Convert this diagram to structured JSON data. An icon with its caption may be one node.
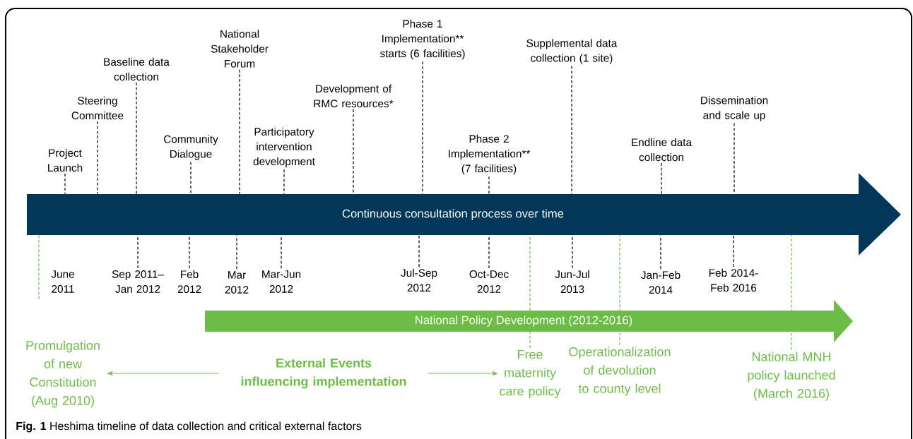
{
  "diagram": {
    "caption": "**Fig. 1** Heshima timeline of data collection and critical external factors",
    "nodes": [
      {
        "text": [
          "Continuous consultation process over time"
        ]
      },
      {
        "text": [
          "Project Launch"
        ]
      },
      {
        "text": [
          "Steering Committee"
        ]
      },
      {
        "text": [
          "Baseline data collection"
        ]
      },
      {
        "text": [
          "Community Dialogue"
        ]
      },
      {
        "text": [
          "National Stakeholder Forum"
        ]
      },
      {
        "text": [
          "Participatory intervention development"
        ]
      },
      {
        "text": [
          "Development of RMC resources*"
        ]
      },
      {
        "text": [
          "Phase 1 Implementation** starts (6 facilities)"
        ]
      },
      {
        "text": [
          "Phase 2 Implementation** (7 facilities)"
        ]
      },
      {
        "text": [
          "Supplemental data collection (1 site)"
        ]
      },
      {
        "text": [
          "Endline data collection"
        ]
      },
      {
        "text": [
          "Dissemination and scale up"
        ]
      },
      {
        "text": [
          "June 2011"
        ]
      },
      {
        "text": [
          "Sep 2011– Jan 2012"
        ]
      },
      {
        "text": [
          "Feb 2012"
        ]
      },
      {
        "text": [
          "Mar 2012"
        ]
      },
      {
        "text": [
          "Mar-Jun 2012"
        ]
      },
      {
        "text": [
          "Jul-Sep 2012"
        ]
      },
      {
        "text": [
          "Oct-Dec 2012"
        ]
      },
      {
        "text": [
          "Jun-Jul 2013"
        ]
      },
      {
        "text": [
          "Jan-Feb 2014"
        ]
      },
      {
        "text": [
          "Feb 2014- Feb 2016"
        ]
      },
      {
        "text": [
          "National Policy Development (2012-2016)"
        ]
      },
      {
        "text": [
          "Promulgation of new Constitution (Aug 2010)"
        ]
      },
      {
        "text": [
          "External Events influencing implementation"
        ]
      },
      {
        "text": [
          "Free maternity care policy"
        ]
      },
      {
        "text": [
          "Operationalization of devolution to county level"
        ]
      },
      {
        "text": [
          "National MNH policy launched (March 2016)"
        ]
      }
    ],
    "edges": [
      {
        "from": 1,
        "to": 0,
        "arrow": "none",
        "style": "dashed"
      },
      {
        "from": 2,
        "to": 0,
        "arrow": "none",
        "style": "dashed"
      },
      {
        "from": 3,
        "to": 0,
        "arrow": "none",
        "style": "dashed"
      },
      {
        "from": 4,
        "to": 0,
        "arrow": "none",
        "style": "dashed"
      },
      {
        "from": 5,
        "to": 0,
        "arrow": "none",
        "style": "dashed"
      },
      {
        "from": 6,
        "to": 0,
        "arrow": "none",
        "style": "dashed"
      },
      {
        "from": 7,
        "to": 0,
        "arrow": "none",
        "style": "dashed"
      },
      {
        "from": 8,
        "to": 0,
        "arrow": "none",
        "style": "dashed"
      },
      {
        "from": 9,
        "to": 0,
        "arrow": "none",
        "style": "dashed"
      },
      {
        "from": 10,
        "to": 0,
        "arrow": "none",
        "style": "dashed"
      },
      {
        "from": 11,
        "to": 0,
        "arrow": "none",
        "style": "dashed"
      },
      {
        "from": 12,
        "to": 0,
        "arrow": "none",
        "style": "dashed"
      },
      {
        "from": 14,
        "to": 0,
        "arrow": "none",
        "style": "dashed"
      },
      {
        "from": 15,
        "to": 0,
        "arrow": "none",
        "style": "dashed"
      },
      {
        "from": 16,
        "to": 0,
        "arrow": "none",
        "style": "dashed"
      },
      {
        "from": 17,
        "to": 0,
        "arrow": "none",
        "style": "dashed"
      },
      {
        "from": 18,
        "to": 0,
        "arrow": "none",
        "style": "dashed"
      },
      {
        "from": 19,
        "to": 0,
        "arrow": "none",
        "style": "dashed"
      },
      {
        "from": 20,
        "to": 0,
        "arrow": "none",
        "style": "dashed"
      },
      {
        "from": 21,
        "to": 0,
        "arrow": "none",
        "style": "dashed"
      },
      {
        "from": 22,
        "to": 0,
        "arrow": "none",
        "style": "dashed"
      },
      {
        "from": 13,
        "to": 0,
        "arrow": "none",
        "style": "dashed",
        "color": "#6cbd45"
      },
      {
        "from": 25,
        "to": 24,
        "arrow": "to",
        "color": "#6cbd45"
      },
      {
        "from": 25,
        "to": 26,
        "arrow": "to",
        "color": "#6cbd45"
      },
      {
        "from": 26,
        "to": 0,
        "arrow": "none",
        "style": "dashed",
        "color": "#6cbd45"
      },
      {
        "from": 27,
        "to": 0,
        "arrow": "none",
        "style": "dashed",
        "color": "#6cbd45"
      },
      {
        "from": 28,
        "to": 0,
        "arrow": "none",
        "style": "dashed",
        "color": "#6cbd45"
      }
    ]
  }
}
